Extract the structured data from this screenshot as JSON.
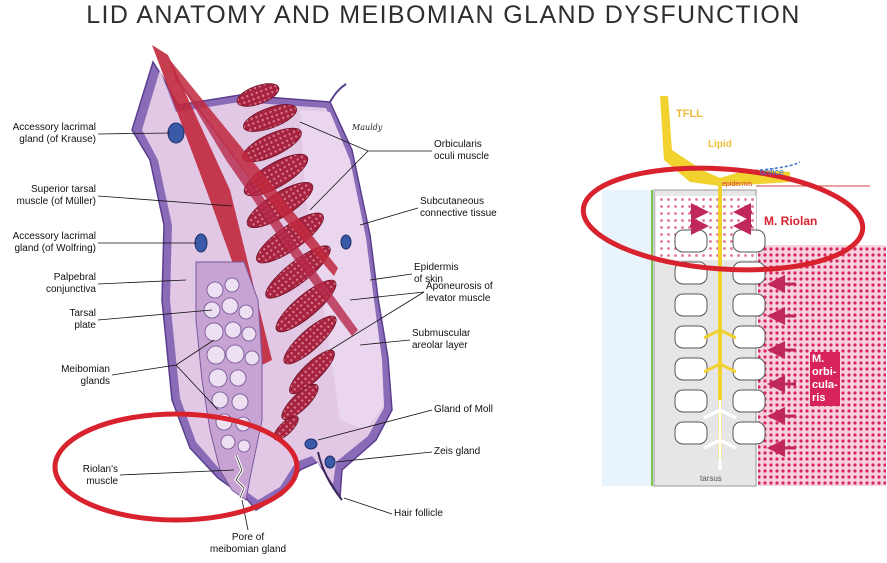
{
  "title": "LID ANATOMY AND MEIBOMIAN GLAND DYSFUNCTION",
  "left_diagram": {
    "labels_left": {
      "krause": [
        "Accessory lacrimal",
        "gland (of Krause)"
      ],
      "muller": [
        "Superior tarsal",
        "muscle (of Müller)"
      ],
      "wolfring": [
        "Accessory lacrimal",
        "gland (of Wolfring)"
      ],
      "palpebral": [
        "Palpebral",
        "conjunctiva"
      ],
      "tarsal": [
        "Tarsal",
        "plate"
      ],
      "meibomian": [
        "Meibomian",
        "glands"
      ],
      "riolan": [
        "Riolan's",
        "muscle"
      ]
    },
    "labels_right": {
      "orbicularis": [
        "Orbicularis",
        "oculi muscle"
      ],
      "subcutaneous": [
        "Subcutaneous",
        "connective tissue"
      ],
      "epidermis": [
        "Epidermis",
        "of skin"
      ],
      "aponeurosis": [
        "Aponeurosis of",
        "levator muscle"
      ],
      "submuscular": [
        "Submuscular",
        "areolar layer"
      ],
      "moll": [
        "Gland of Moll"
      ],
      "zeis": [
        "Zeis gland"
      ],
      "hair": [
        "Hair follicle"
      ]
    },
    "pore_label": [
      "Pore of",
      "meibomian gland"
    ],
    "signature": "Mauldy"
  },
  "right_diagram": {
    "tfll": "TFLL",
    "lipid": "Lipid",
    "orifice": "orifice",
    "epidermis": "epidermis",
    "riolan": "M. Riolan",
    "orbicularis": [
      "M.",
      "orbi-",
      "cula-",
      "ris"
    ],
    "tarsus": "tarsus"
  },
  "colors": {
    "highlight_ring": "#d8232f",
    "muscle": "#b5284a",
    "lid_tissue": "#e3c8e6",
    "lid_border": "#6a4d9e",
    "lipid": "#f2d22e",
    "riolan_label": "#ffffff",
    "orbicularis_dots": "#d8245d"
  }
}
